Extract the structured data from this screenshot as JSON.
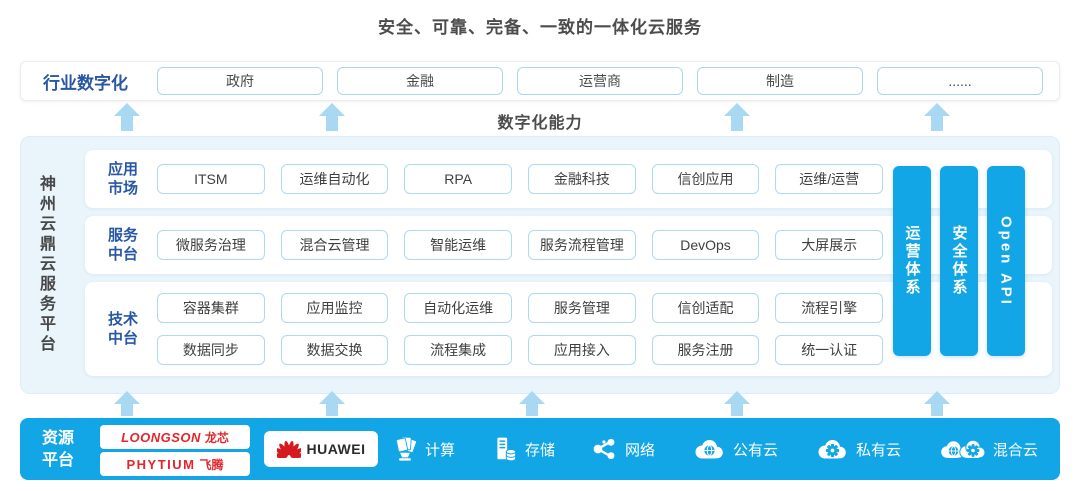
{
  "title": "安全、可靠、完备、一致的一体化云服务",
  "industry_row": {
    "label": "行业数字化",
    "boxes": [
      "政府",
      "金融",
      "运营商",
      "制造",
      "......"
    ]
  },
  "capability_label": "数字化能力",
  "platform": {
    "side_label": "神州云鼎云服务平台",
    "rows": [
      {
        "label_line1": "应用",
        "label_line2": "市场",
        "pills": [
          "ITSM",
          "运维自动化",
          "RPA",
          "金融科技",
          "信创应用",
          "运维/运营"
        ]
      },
      {
        "label_line1": "服务",
        "label_line2": "中台",
        "pills": [
          "微服务治理",
          "混合云管理",
          "智能运维",
          "服务流程管理",
          "DevOps",
          "大屏展示"
        ]
      },
      {
        "label_line1": "技术",
        "label_line2": "中台",
        "pills_top": [
          "容器集群",
          "应用监控",
          "自动化运维",
          "服务管理",
          "信创适配",
          "流程引擎"
        ],
        "pills_bottom": [
          "数据同步",
          "数据交换",
          "流程集成",
          "应用接入",
          "服务注册",
          "统一认证"
        ]
      }
    ],
    "side_bars": [
      "运营体系",
      "安全体系",
      "Open API"
    ]
  },
  "resource_bar": {
    "label_line1": "资源",
    "label_line2": "平台",
    "vendors": {
      "loongson_en": "LOONGSON",
      "loongson_cn": "龙芯",
      "phytium_en": "PHYTIUM",
      "phytium_cn": "飞腾",
      "huawei": "HUAWEI"
    },
    "items": [
      {
        "icon": "compute-icon",
        "label": "计算"
      },
      {
        "icon": "storage-icon",
        "label": "存储"
      },
      {
        "icon": "network-icon",
        "label": "网络"
      },
      {
        "icon": "public-cloud-icon",
        "label": "公有云"
      },
      {
        "icon": "private-cloud-icon",
        "label": "私有云"
      },
      {
        "icon": "hybrid-cloud-icon",
        "label": "混合云"
      }
    ]
  },
  "colors": {
    "accent_blue": "#12A6E7",
    "arrow_blue": "#A9D8F2",
    "label_blue": "#2857A4",
    "pill_border": "#AFD9F2",
    "panel_bg": "#E9F4FB",
    "loongson_red": "#E2262C",
    "huawei_red": "#D71920"
  }
}
